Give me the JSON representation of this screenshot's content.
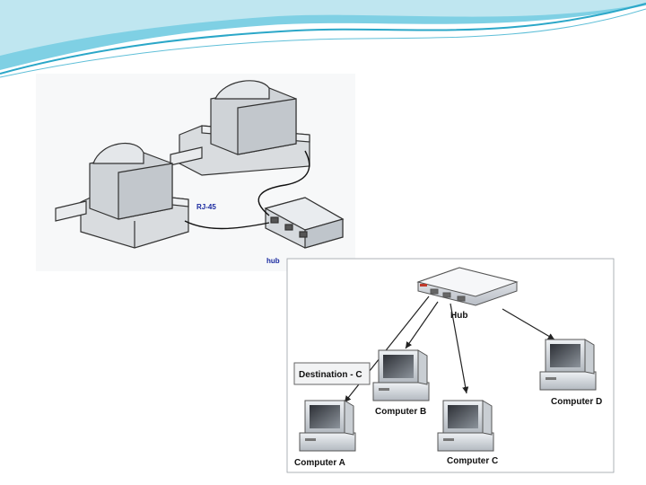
{
  "slide": {
    "header_wave_colors": [
      "#7fd0e4",
      "#2ba7c8",
      "#bfe6f0"
    ],
    "figure_top": {
      "labels": {
        "connector": "RJ-45",
        "device": "hub"
      },
      "label_color": "#1a2aa0"
    },
    "figure_bottom": {
      "hub_label": "Hub",
      "callout": "Destination - C",
      "computers": [
        {
          "id": "A",
          "label": "Computer A"
        },
        {
          "id": "B",
          "label": "Computer B"
        },
        {
          "id": "C",
          "label": "Computer C"
        },
        {
          "id": "D",
          "label": "Computer D"
        }
      ]
    }
  }
}
